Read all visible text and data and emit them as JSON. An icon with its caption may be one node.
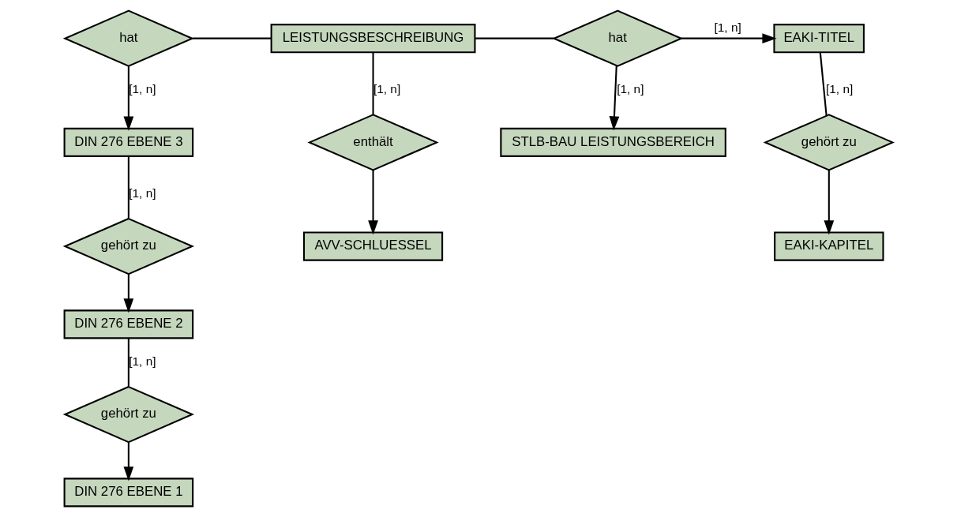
{
  "diagram": {
    "nodes": [
      {
        "text": [
          "hat"
        ]
      },
      {
        "text": [
          "LEISTUNGSBESCHREIBUNG"
        ]
      },
      {
        "text": [
          "hat"
        ]
      },
      {
        "text": [
          "EAKI-TITEL"
        ]
      },
      {
        "text": [
          "DIN 276 EBENE 3"
        ]
      },
      {
        "text": [
          "enthält"
        ]
      },
      {
        "text": [
          "gehört zu"
        ]
      },
      {
        "text": [
          "gehört zu"
        ]
      },
      {
        "text": [
          "AVV-SCHLUESSEL"
        ]
      },
      {
        "text": [
          "EAKI-KAPITEL"
        ]
      },
      {
        "text": [
          "DIN 276 EBENE 2"
        ]
      },
      {
        "text": [
          "STLB-BAU LEISTUNGSBEREICH"
        ]
      },
      {
        "text": [
          "gehört zu"
        ]
      },
      {
        "text": [
          "DIN 276 EBENE 1"
        ]
      }
    ],
    "edges": [
      {
        "from": 1,
        "to": 0,
        "arrow": "none"
      },
      {
        "from": 0,
        "to": 4,
        "arrow": "to",
        "label": "[1, n]"
      },
      {
        "from": 4,
        "to": 7,
        "arrow": "none",
        "label": "[1, n]"
      },
      {
        "from": 7,
        "to": 10,
        "arrow": "to"
      },
      {
        "from": 10,
        "to": 12,
        "arrow": "none",
        "label": "[1, n]"
      },
      {
        "from": 12,
        "to": 13,
        "arrow": "to"
      },
      {
        "from": 1,
        "to": 5,
        "arrow": "none",
        "label": "[1, n]"
      },
      {
        "from": 5,
        "to": 8,
        "arrow": "to"
      },
      {
        "from": 1,
        "to": 2,
        "arrow": "none"
      },
      {
        "from": 2,
        "to": 3,
        "arrow": "to",
        "label": "[1, n]"
      },
      {
        "from": 2,
        "to": 11,
        "arrow": "to",
        "label": "[1, n]"
      },
      {
        "from": 3,
        "to": 6,
        "arrow": "none",
        "label": "[1, n]"
      },
      {
        "from": 6,
        "to": 9,
        "arrow": "to"
      }
    ]
  }
}
